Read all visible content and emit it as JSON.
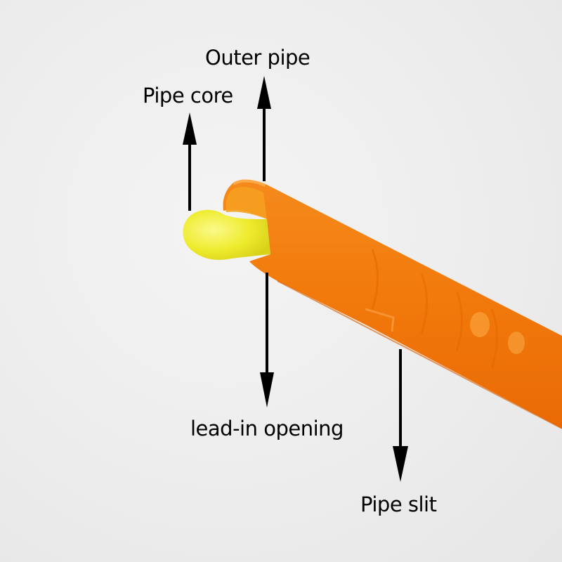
{
  "labels": {
    "outer_pipe": "Outer pipe",
    "pipe_core": "Pipe core",
    "lead_in_opening": "lead-in opening",
    "pipe_slit": "Pipe slit"
  },
  "colors": {
    "background": "#ededed",
    "pipe_orange": "#f07d10",
    "core_yellow": "#f2ee3a",
    "arrow": "#000000"
  }
}
